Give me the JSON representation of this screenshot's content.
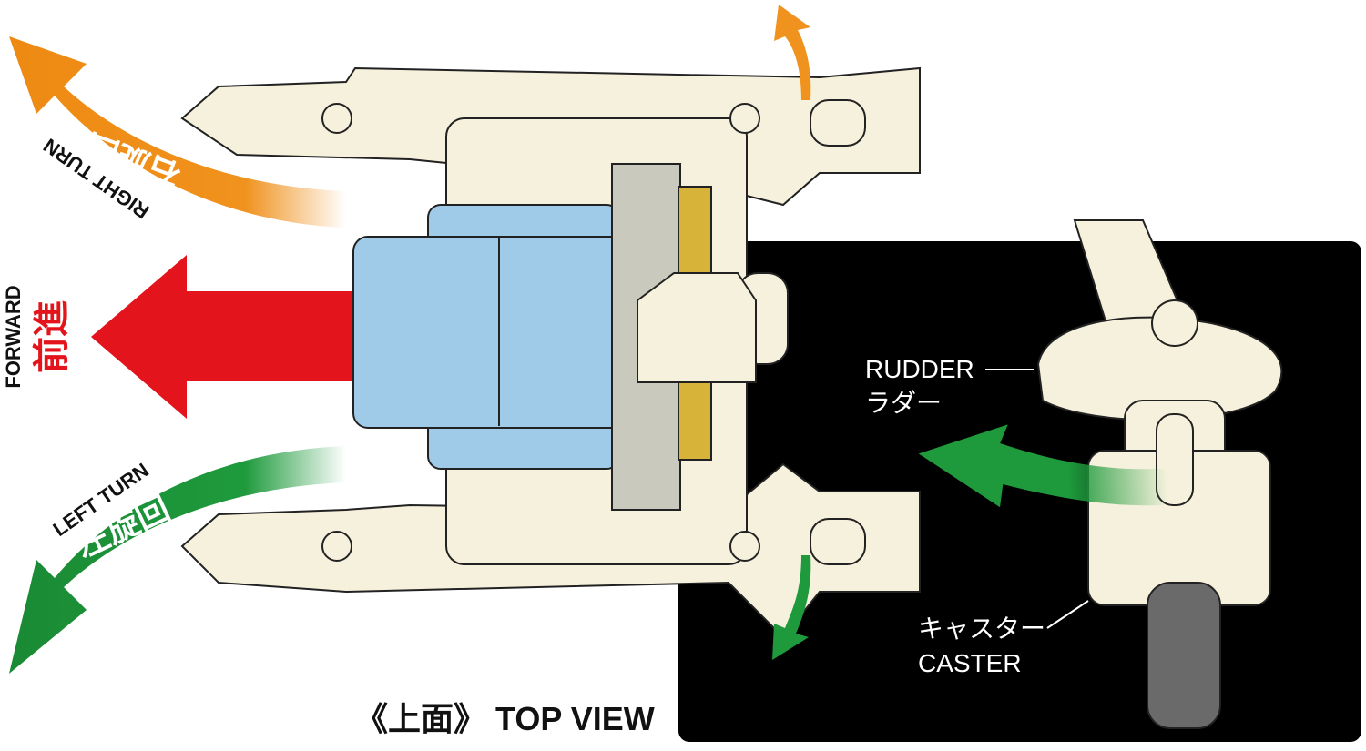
{
  "labels": {
    "right_turn_en": "RIGHT TURN",
    "right_turn_jp": "右旋回",
    "forward_en": "FORWARD",
    "forward_jp": "前進",
    "left_turn_en": "LEFT TURN",
    "left_turn_jp": "左旋回",
    "rudder_en": "RUDDER",
    "rudder_jp": "ラダー",
    "caster_jp": "キャスター",
    "caster_en": "CASTER",
    "view_title": "《上面》 TOP VIEW"
  },
  "colors": {
    "right_turn": "#f0921e",
    "forward": "#e3141c",
    "left_turn": "#1e9a3c",
    "body": "#f6f1dc",
    "motor": "#9fcbe8",
    "inset_bg": "#000000"
  }
}
